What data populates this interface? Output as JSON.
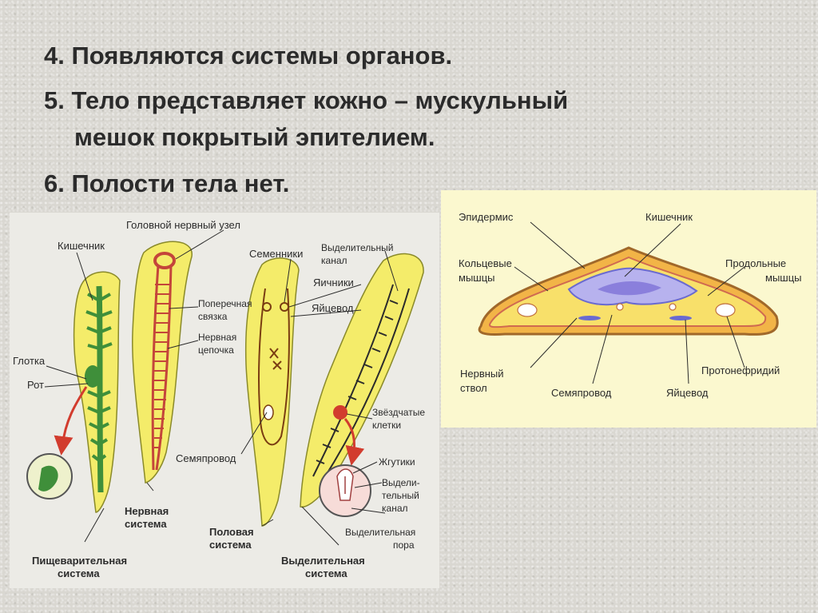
{
  "bullets": {
    "b4": "4. Появляются системы органов.",
    "b5_line1": "5. Тело представляет кожно – мускульный",
    "b5_line2": "мешок покрытый эпителием.",
    "b6": "6. Полости тела нет."
  },
  "left_diagram": {
    "labels": {
      "head_ganglion": "Головной нервный узел",
      "intestine": "Кишечник",
      "pharynx": "Глотка",
      "mouth": "Рот",
      "transverse_link": "Поперечная",
      "transverse_link2": "связка",
      "nerve_chain": "Нервная",
      "nerve_chain2": "цепочка",
      "testes": "Семенники",
      "ovaries": "Яичники",
      "oviduct": "Яйцевод",
      "excretory_canal": "Выделительный",
      "excretory_canal2": "канал",
      "vas_deferens": "Семяпровод",
      "star_cells": "Звёздчатые",
      "star_cells2": "клетки",
      "flagella": "Жгутики",
      "excr_canal_small1": "Выдели-",
      "excr_canal_small2": "тельный",
      "excr_canal_small3": "канал",
      "excr_pore1": "Выделительная",
      "excr_pore2": "пора"
    },
    "captions": {
      "nervous1": "Нервная",
      "nervous2": "система",
      "reproductive1": "Половая",
      "reproductive2": "система",
      "digestive1": "Пищеварительная",
      "digestive2": "система",
      "excretory1": "Выделительная",
      "excretory2": "система"
    }
  },
  "right_diagram": {
    "labels": {
      "epidermis": "Эпидермис",
      "intestine": "Кишечник",
      "ring_muscles1": "Кольцевые",
      "ring_muscles2": "мышцы",
      "long_muscles1": "Продольные",
      "long_muscles2": "мышцы",
      "nerve_trunk1": "Нервный",
      "nerve_trunk2": "ствол",
      "vas_deferens": "Семяпровод",
      "oviduct": "Яйцевод",
      "protonephridium": "Протонефридий"
    }
  },
  "colors": {
    "body_yellow": "#f4ec6a",
    "gut_green": "#3f8f3a",
    "nerve_red": "#c4453a",
    "arrow_red": "#d23c2e",
    "section_orange": "#f2b447",
    "gut_purple": "#8a7fdc",
    "pointer_arrow": "#b9a1d6"
  }
}
